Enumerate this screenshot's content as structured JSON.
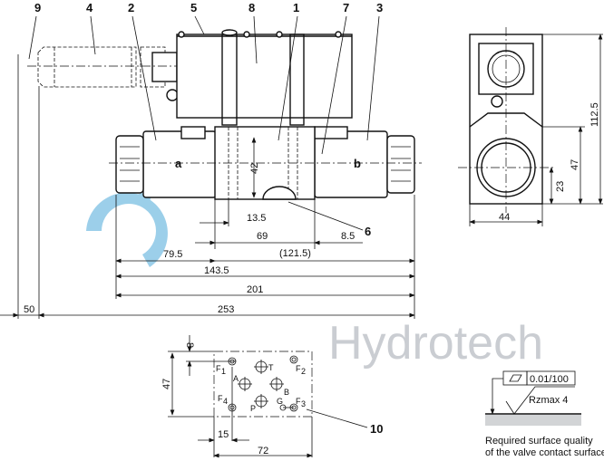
{
  "watermark": "Hydrotech",
  "callouts": [
    "9",
    "4",
    "2",
    "5",
    "8",
    "1",
    "7",
    "3",
    "6",
    "10"
  ],
  "side_labels": {
    "a": "a",
    "b": "b"
  },
  "dimensions": {
    "d42": "42",
    "d13_5": "13.5",
    "d69": "69",
    "d8_5": "8.5",
    "d121_5": "(121.5)",
    "d79_5": "79.5",
    "d143_5": "143.5",
    "d201": "201",
    "d253": "253",
    "d50": "50",
    "d44": "44",
    "d23": "23",
    "d47": "47",
    "d112_5": "112.5",
    "p8": "8",
    "p47": "47",
    "p15": "15",
    "p72": "72"
  },
  "ports": {
    "F1": "F",
    "F2": "F",
    "F3": "F",
    "F4": "F",
    "s1": "1",
    "s2": "2",
    "s3": "3",
    "s4": "4",
    "T": "T",
    "A": "A",
    "B": "B",
    "P": "P",
    "G": "G"
  },
  "surface": {
    "flatness": "0.01/100",
    "roughness": "Rzmax  4",
    "caption_line1": "Required surface quality",
    "caption_line2": "of the valve contact surface"
  },
  "colors": {
    "logo": "#4aa8d8",
    "watermark": "#b9bdc3"
  }
}
